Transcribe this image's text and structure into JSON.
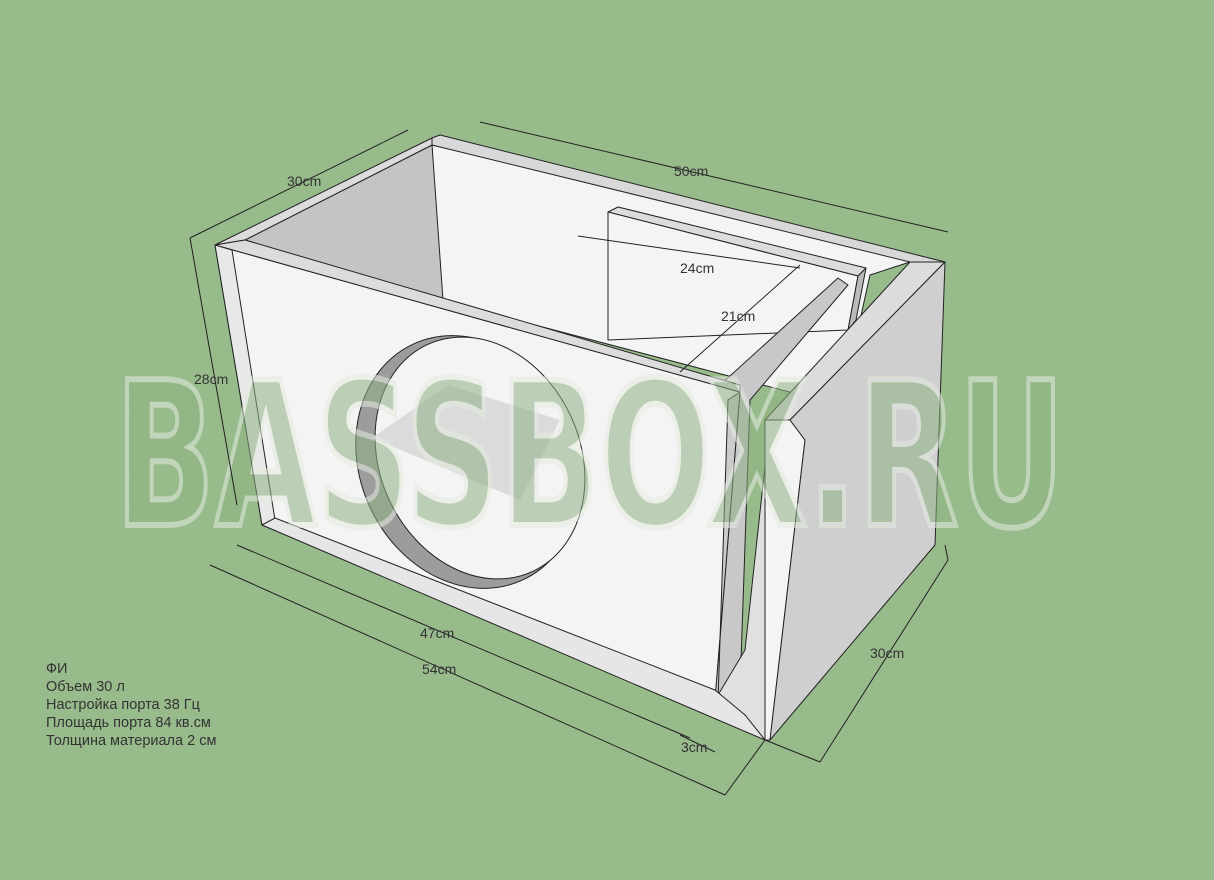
{
  "watermark": "BASSBOX.RU",
  "dimensions": {
    "top_depth": "30cm",
    "top_width": "50cm",
    "height": "28cm",
    "inner_width": "47cm",
    "outer_width": "54cm",
    "side_depth": "30cm",
    "port_gap": "3cm",
    "port_length": "24cm",
    "port_depth": "21cm"
  },
  "notes": [
    "ФИ",
    "Объем 30 л",
    "Настройка порта 38 Гц",
    "Площадь порта 84 кв.см",
    "Толщина материала 2 см"
  ],
  "colors": {
    "background": "#98bb8c",
    "panel": "#f4f4f4",
    "shade": "#c4c4c4"
  }
}
